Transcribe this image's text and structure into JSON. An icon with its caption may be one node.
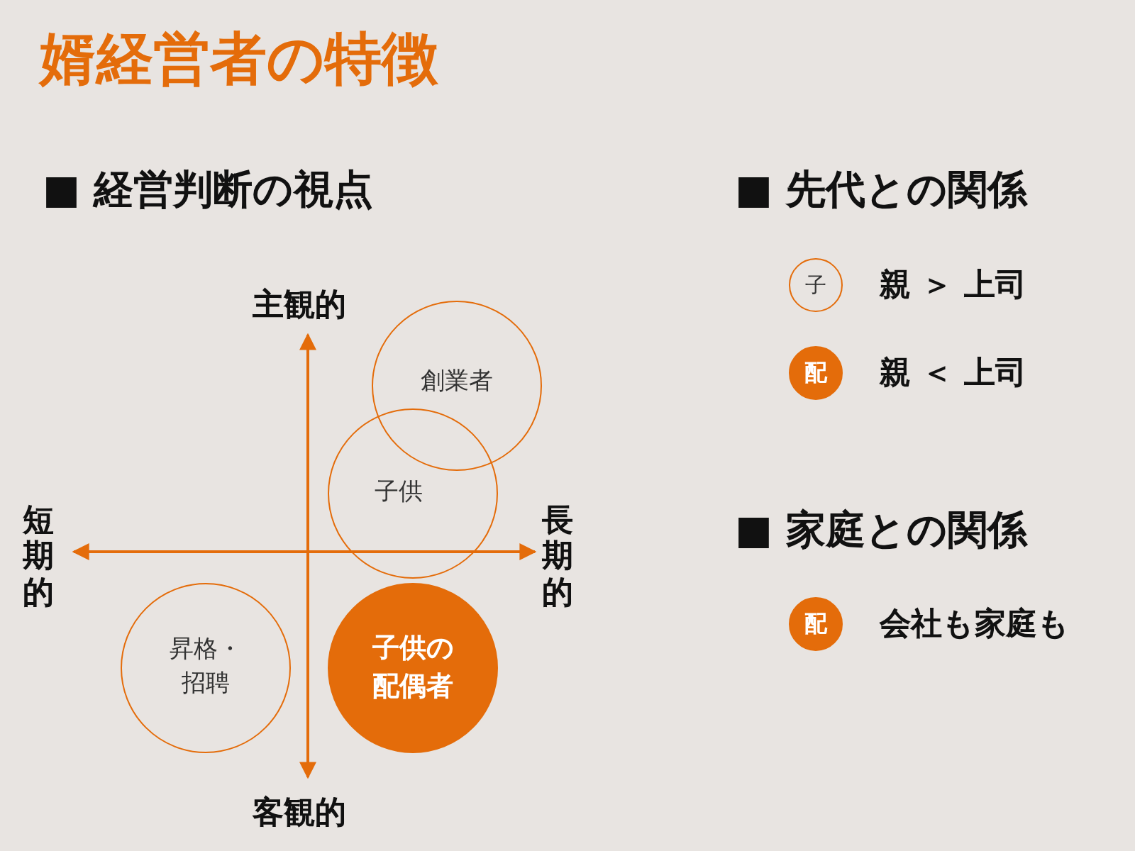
{
  "diagram": {
    "title": "婿経営者の特徴",
    "nodes": [
      {
        "text": [
          "創業者"
        ]
      },
      {
        "text": [
          "子供"
        ]
      },
      {
        "text": [
          "昇格・招聘"
        ]
      },
      {
        "text": [
          "子供の配偶者"
        ]
      },
      {
        "text": [
          "子"
        ],
        "beside": [
          "親 ＞ 上司"
        ]
      },
      {
        "text": [
          "配"
        ],
        "beside": [
          "親 ＜ 上司"
        ]
      },
      {
        "text": [
          "配"
        ],
        "beside": [
          "会社も家庭も"
        ]
      }
    ],
    "edges": [],
    "labels": [
      "■ 経営判断の視点",
      "■ 先代との関係",
      "主観的",
      "短期的",
      "長期的",
      "■ 家庭との関係",
      "客観的"
    ]
  }
}
